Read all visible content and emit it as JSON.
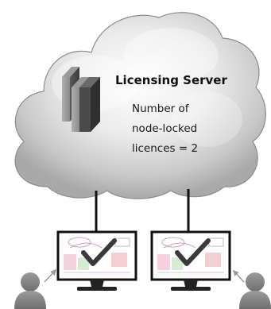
{
  "server": {
    "title": "Licensing Server",
    "description_lines": [
      "Number of",
      "node-locked",
      "licences = 2"
    ]
  },
  "colors": {
    "cloud_light": "#f4f4f4",
    "cloud_dark": "#a9a9a9",
    "cloud_outline": "#8c8c8c",
    "line": "#111111",
    "monitor_frame": "#111111",
    "check": "#3a3a3a",
    "person": "#8a8a8a",
    "arrow": "#9a9a9a"
  },
  "icons": {
    "server": "server-icon",
    "monitor": "monitor-icon",
    "check": "checkmark-icon",
    "user": "user-icon"
  },
  "workstations": [
    {
      "id": "left",
      "licensed": true
    },
    {
      "id": "right",
      "licensed": true
    }
  ]
}
